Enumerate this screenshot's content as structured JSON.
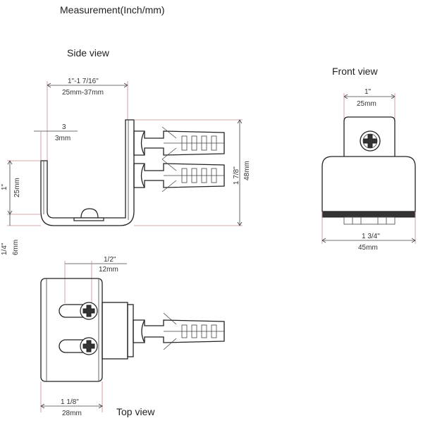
{
  "title": "Measurement(Inch/mm)",
  "views": {
    "side": "Side view",
    "front": "Front view",
    "top": "Top view"
  },
  "dimensions": {
    "side_width_in": "1\"-1 7/16\"",
    "side_width_mm": "25mm-37mm",
    "side_thick_in": "3",
    "side_thick_mm": "3mm",
    "side_height_in": "1\"",
    "side_height_mm": "25mm",
    "side_base_in": "1/4\"",
    "side_base_mm": "6mm",
    "side_total_in": "1 7/8\"",
    "side_total_mm": "48mm",
    "front_top_in": "1\"",
    "front_top_mm": "25mm",
    "front_width_in": "1 3/4\"",
    "front_width_mm": "45mm",
    "top_slot_in": "1/2\"",
    "top_slot_mm": "12mm",
    "top_width_in": "1 1/8\"",
    "top_width_mm": "28mm"
  }
}
